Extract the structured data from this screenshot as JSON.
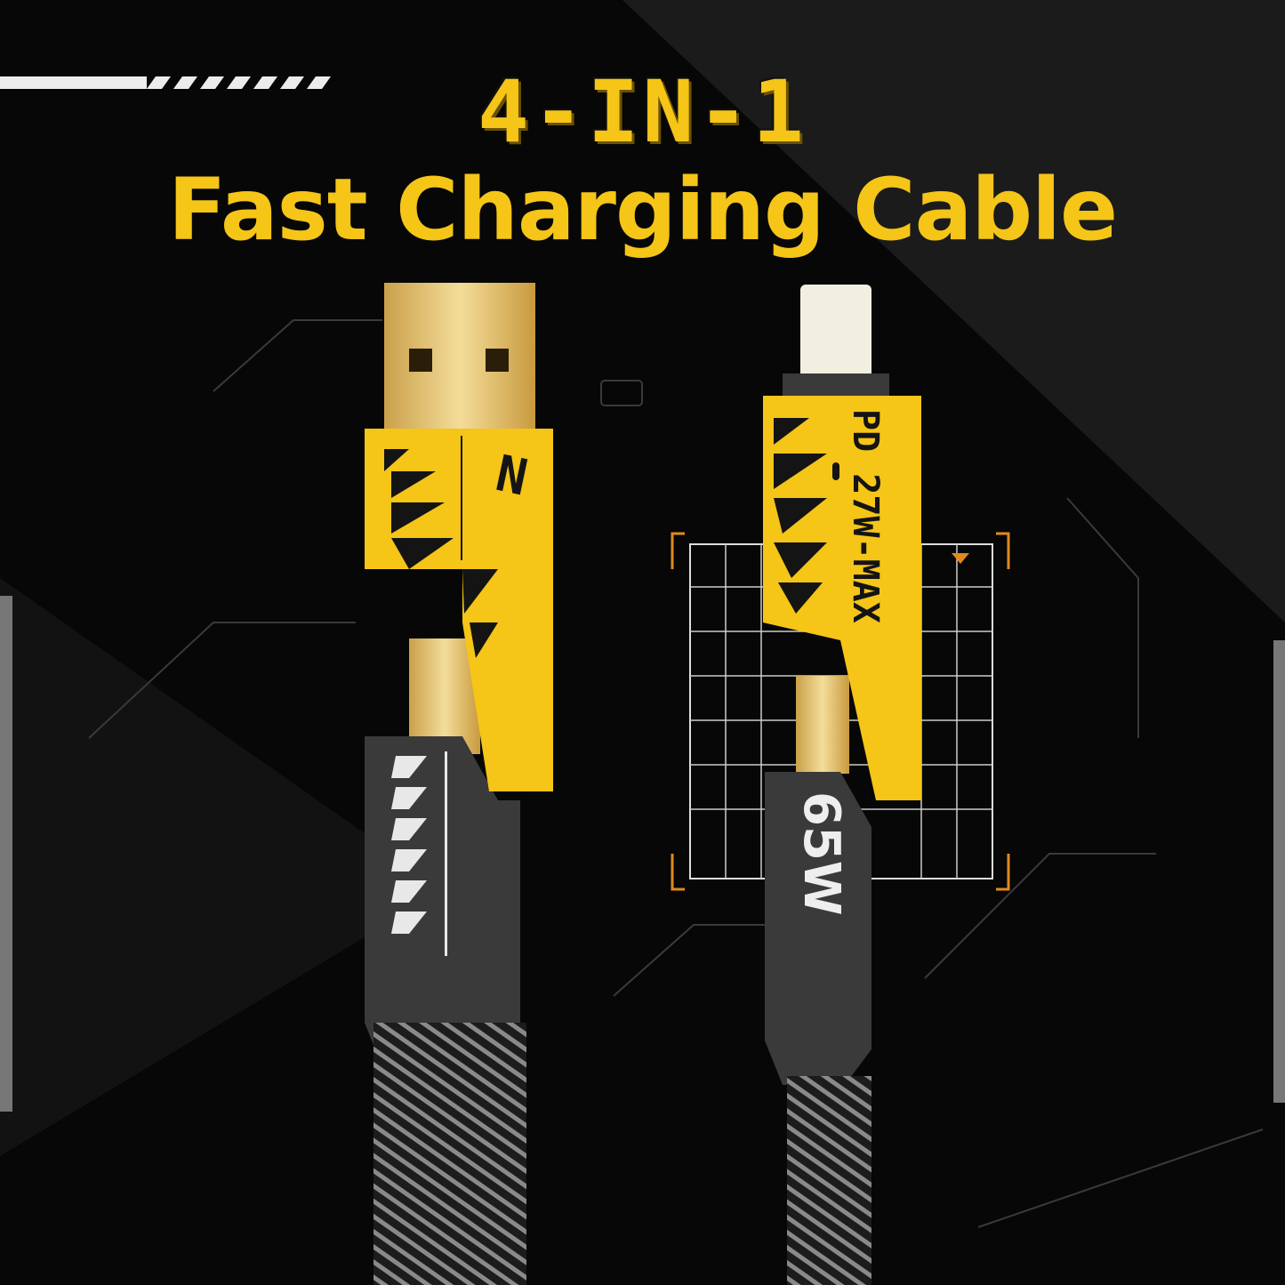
{
  "title": {
    "line1": "4-IN-1",
    "line2": "Fast Charging Cable"
  },
  "connectors": {
    "left": {
      "logo": "N"
    },
    "right": {
      "top_label": "PD 27W-MAX",
      "power_label": "65W"
    }
  },
  "colors": {
    "accent": "#f5c518",
    "background": "#070707",
    "housing": "#3a3a3a",
    "orange_frame": "#e08a1e"
  }
}
